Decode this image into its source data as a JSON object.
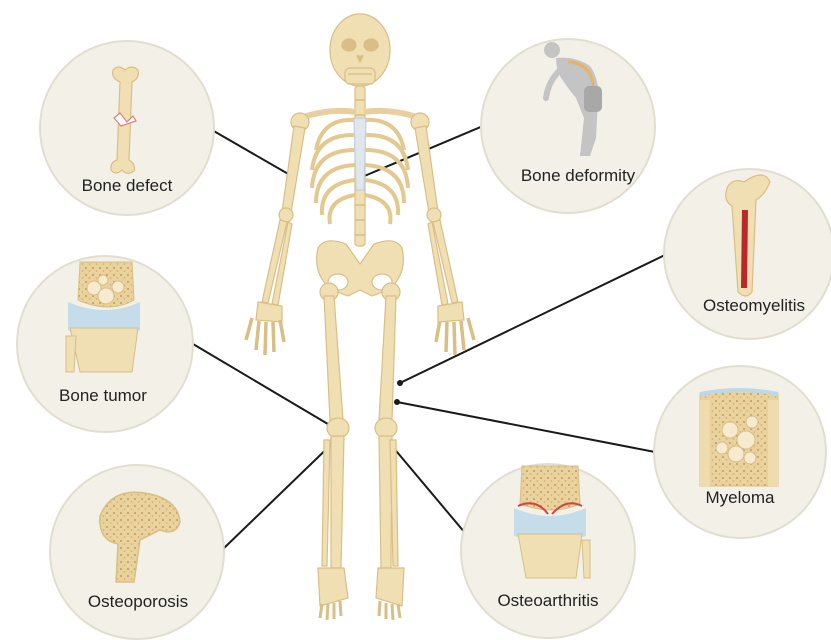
{
  "labels": {
    "bone_defect": "Bone defect",
    "bone_deformity": "Bone deformity",
    "osteomyelitis": "Osteomyelitis",
    "bone_tumor": "Bone tumor",
    "myeloma": "Myeloma",
    "osteoporosis": "Osteoporosis",
    "osteoarthritis": "Osteoarthritis"
  },
  "colors": {
    "bone": "#f1dfb4",
    "bone_outline": "#d9be85",
    "cartilage": "#bcd9ea",
    "marrow_red": "#b8282c",
    "circle_fill": "#f3f1e7",
    "circle_stroke": "#e1ded0",
    "line": "#1a1a1a",
    "figure_gray": "#c4c4c4"
  },
  "icons": [
    "skeleton",
    "fractured-bone-icon",
    "hunched-figure-icon",
    "femur-marrow-icon",
    "knee-tumor-icon",
    "bone-section-icon",
    "femur-head-icon",
    "arthritic-knee-icon"
  ]
}
